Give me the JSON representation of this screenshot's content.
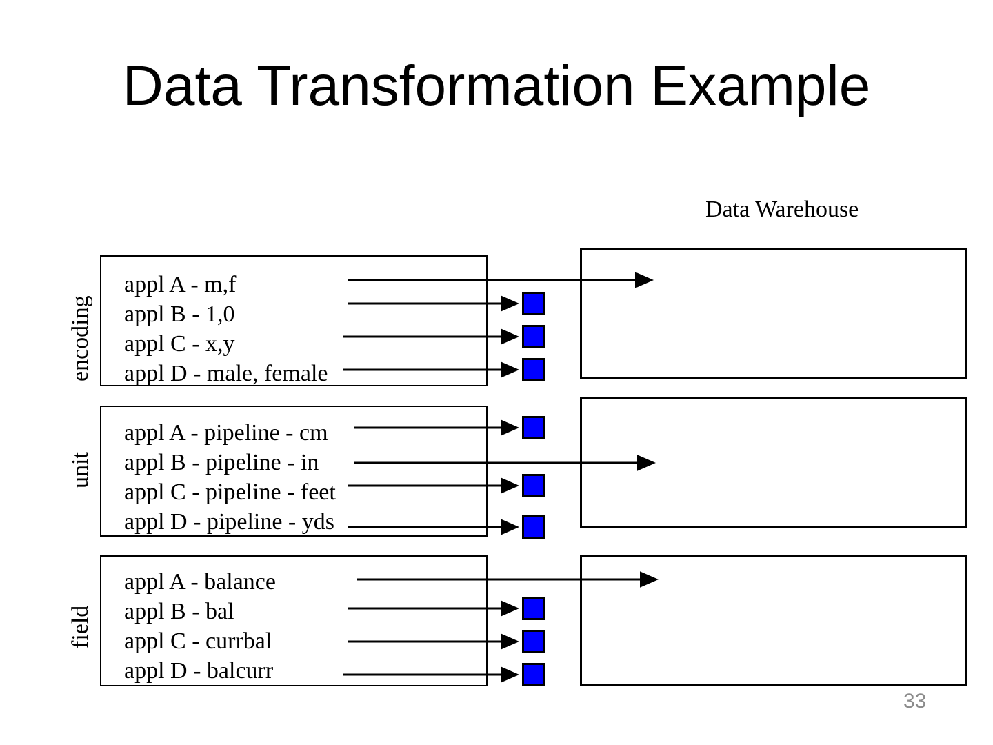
{
  "slide": {
    "title": "Data Transformation Example",
    "page_number": "33",
    "page_number_color": "#8c8c8c",
    "background_color": "#ffffff"
  },
  "warehouse": {
    "caption": "Data Warehouse",
    "box_border_color": "#000000",
    "box_fill_color": "#ffffff"
  },
  "transform": {
    "square_color": "#0000ff",
    "square_border_color": "#000000",
    "icon_name": "transform-square"
  },
  "groups": [
    {
      "label": "encoding",
      "lines": [
        {
          "text": "appl A - m,f",
          "routes_to": "warehouse"
        },
        {
          "text": "appl B - 1,0",
          "routes_to": "transform"
        },
        {
          "text": "appl C - x,y",
          "routes_to": "transform"
        },
        {
          "text": "appl D - male, female",
          "routes_to": "transform"
        }
      ]
    },
    {
      "label": "unit",
      "lines": [
        {
          "text": "appl A - pipeline - cm",
          "routes_to": "transform"
        },
        {
          "text": "appl B - pipeline - in",
          "routes_to": "warehouse"
        },
        {
          "text": "appl C - pipeline - feet",
          "routes_to": "transform"
        },
        {
          "text": "appl D - pipeline - yds",
          "routes_to": "transform"
        }
      ]
    },
    {
      "label": "field",
      "lines": [
        {
          "text": "appl A - balance",
          "routes_to": "warehouse"
        },
        {
          "text": "appl B - bal",
          "routes_to": "transform"
        },
        {
          "text": "appl C - currbal",
          "routes_to": "transform"
        },
        {
          "text": "appl D - balcurr",
          "routes_to": "transform"
        }
      ]
    }
  ]
}
